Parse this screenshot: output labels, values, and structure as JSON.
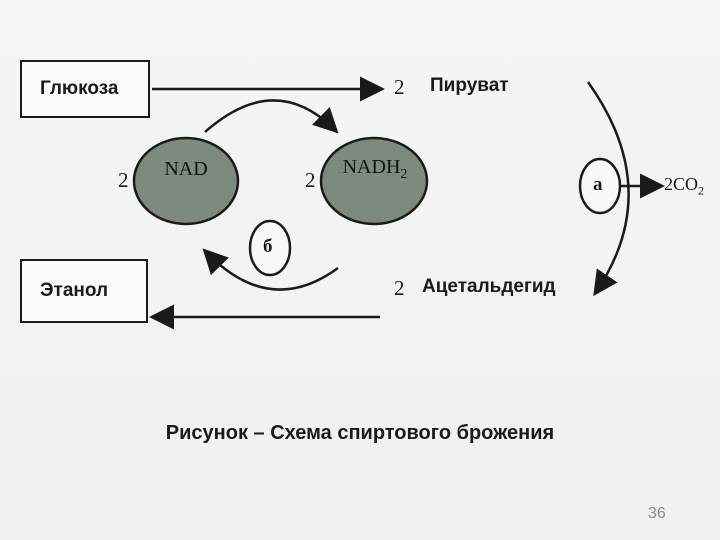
{
  "diagram": {
    "glucose": "Глюкоза",
    "pyruvate_count": "2",
    "pyruvate": "Пируват",
    "nad_count": "2",
    "nad": "NAD",
    "nadh_count": "2",
    "nadh": "NADH",
    "nadh_sub": "2",
    "step_a": "а",
    "co2": "2CO",
    "co2_sub": "2",
    "step_b": "б",
    "ethanol": "Этанол",
    "acetaldehyde_count": "2",
    "acetaldehyde": "Ацетальдегид",
    "ellipse_color": "#7d8a80"
  },
  "caption": "Рисунок – Схема спиртового брожения",
  "page_number": "36"
}
